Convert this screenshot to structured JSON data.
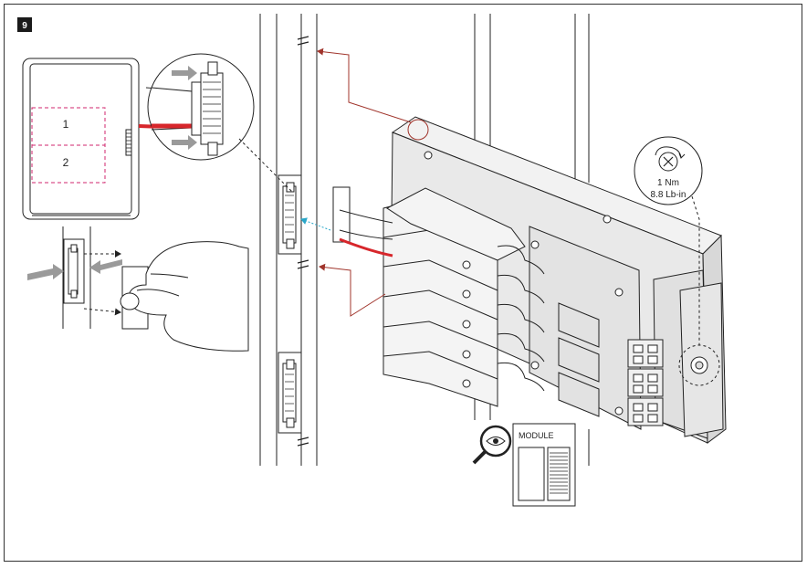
{
  "step": {
    "number": "9"
  },
  "box_zones": {
    "zone1": "1",
    "zone2": "2"
  },
  "torque": {
    "value_nm": "1 Nm",
    "value_lbin": "8.8 Lb-in"
  },
  "doc_ref": {
    "label": "MODULE"
  },
  "colors": {
    "cable_red": "#d7262b",
    "guide_arrow": "#a0342b",
    "push_arrow": "#9a9a9a",
    "zone_dashed": "#d0256d",
    "connector_blue": "#2aa7c9"
  }
}
